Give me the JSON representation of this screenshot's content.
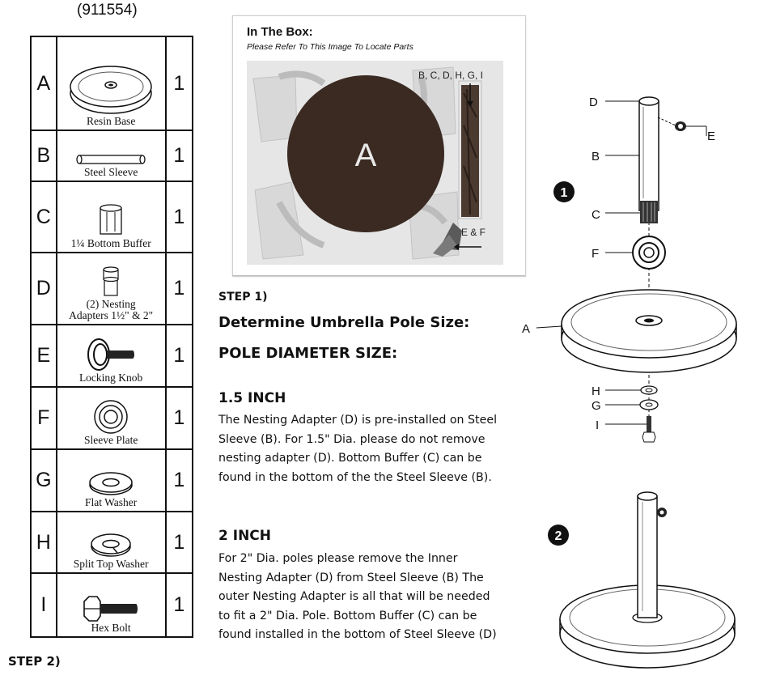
{
  "header": {
    "model_number": "(911554)"
  },
  "parts_table": {
    "rows": [
      {
        "letter": "A",
        "caption": "Resin Base",
        "qty": "1",
        "icon": "resin-base-icon"
      },
      {
        "letter": "B",
        "caption": "Steel Sleeve",
        "qty": "1",
        "icon": "steel-sleeve-icon"
      },
      {
        "letter": "C",
        "caption": "1¼ Bottom Buffer",
        "qty": "1",
        "icon": "bottom-buffer-icon"
      },
      {
        "letter": "D",
        "caption": "(2) Nesting Adapters  1½\" & 2\"",
        "caption_line1": "(2) Nesting",
        "caption_line2": "Adapters  1½\" & 2\"",
        "qty": "1",
        "icon": "nesting-adapter-icon"
      },
      {
        "letter": "E",
        "caption": "Locking Knob",
        "qty": "1",
        "icon": "locking-knob-icon"
      },
      {
        "letter": "F",
        "caption": "Sleeve Plate",
        "qty": "1",
        "icon": "sleeve-plate-icon"
      },
      {
        "letter": "G",
        "caption": "Flat Washer",
        "qty": "1",
        "icon": "flat-washer-icon"
      },
      {
        "letter": "H",
        "caption": "Split Top Washer",
        "qty": "1",
        "icon": "split-washer-icon"
      },
      {
        "letter": "I",
        "caption": "Hex Bolt",
        "qty": "1",
        "icon": "hex-bolt-icon"
      }
    ]
  },
  "in_the_box": {
    "title": "In The Box:",
    "subtitle": "Please Refer To This Image To Locate Parts",
    "base_label": "A",
    "pole_label": "B, C, D, H, G, I",
    "small_parts_label": "E & F"
  },
  "step1": {
    "heading": "STEP 1)",
    "title": "Determine Umbrella Pole Size:",
    "subtitle": "POLE DIAMETER SIZE:",
    "option1_heading": "1.5 INCH",
    "option1_text": "The Nesting Adapter (D) is pre-installed on Steel Sleeve (B). For 1.5\" Dia. please do not remove nesting adapter (D). Bottom Buffer (C) can be found in the bottom of the the Steel Sleeve (B).",
    "option2_heading": "2 INCH",
    "option2_text": "For 2\" Dia. poles please remove the Inner Nesting Adapter (D) from Steel Sleeve (B) The outer Nesting Adapter is all that will be needed to fit a 2\" Dia. Pole. Bottom Buffer (C) can be found installed in the bottom of Steel Sleeve (D)"
  },
  "step2": {
    "heading": "STEP 2)"
  },
  "diagram1": {
    "step_number": "1",
    "labels": {
      "D": "D",
      "B": "B",
      "C": "C",
      "E": "E",
      "F": "F",
      "A": "A",
      "H": "H",
      "G": "G",
      "I": "I"
    }
  },
  "diagram2": {
    "step_number": "2"
  },
  "colors": {
    "base_brown": "#3a2a22",
    "light_gray": "#e4e4e4",
    "ink": "#111111"
  }
}
